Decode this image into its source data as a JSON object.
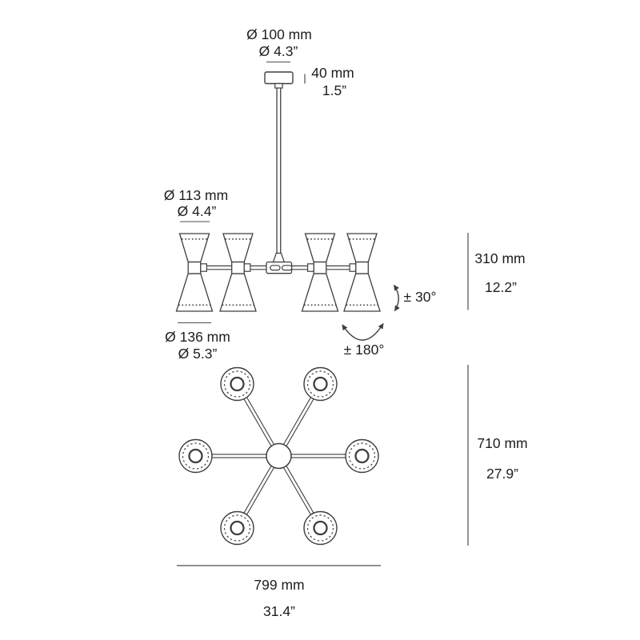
{
  "title": "Chandelier technical dimension drawing (6-arm double-cone pendant)",
  "colors": {
    "line": "#3f3f3f",
    "dimension_line": "#4d4d4d",
    "text": "#1e1e1e",
    "background": "#ffffff"
  },
  "labels": {
    "canopy_diameter_mm": "Ø 100 mm",
    "canopy_diameter_in": "Ø 4.3”",
    "canopy_height_mm": "40 mm",
    "canopy_height_in": "1.5”",
    "shade_top_diameter_mm": "Ø 113 mm",
    "shade_top_diameter_in": "Ø 4.4”",
    "shade_bottom_diameter_mm": "Ø 136 mm",
    "shade_bottom_diameter_in": "Ø 5.3”",
    "tilt_angle": "± 30°",
    "rotation_angle": "± 180°",
    "body_height_mm": "310 mm",
    "body_height_in": "12.2”",
    "overall_height_mm": "710 mm",
    "overall_height_in": "27.9”",
    "overall_width_mm": "799 mm",
    "overall_width_in": "31.4”"
  },
  "dimensions": {
    "canopy_diameter": {
      "mm": 100,
      "in": 4.3
    },
    "canopy_height": {
      "mm": 40,
      "in": 1.5
    },
    "shade_top_diameter": {
      "mm": 113,
      "in": 4.4
    },
    "shade_bottom_diameter": {
      "mm": 136,
      "in": 5.3
    },
    "shade_tilt_degrees": 30,
    "arm_rotation_degrees": 180,
    "body_height": {
      "mm": 310,
      "in": 12.2
    },
    "overall_height": {
      "mm": 710,
      "in": 27.9
    },
    "overall_width": {
      "mm": 799,
      "in": 31.4
    },
    "arm_count": 6
  }
}
